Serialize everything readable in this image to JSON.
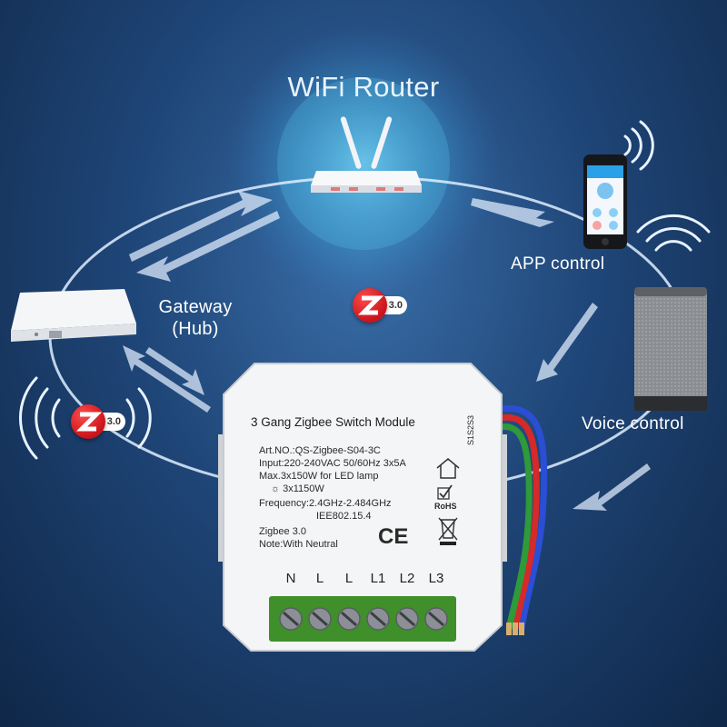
{
  "labels": {
    "router": "WiFi Router",
    "app": "APP control",
    "gateway_line1": "Gateway",
    "gateway_line2": "(Hub)",
    "voice": "Voice control"
  },
  "zigbee_badge": {
    "version": "3.0"
  },
  "module": {
    "title": "3 Gang Zigbee Switch Module",
    "art_no": "Art.NO.:QS-Zigbee-S04-3C",
    "input": "Input:220-240VAC 50/60Hz 3x5A",
    "max": "Max.3x150W for LED lamp",
    "lamp": "3x1150W",
    "frequency": "Frequency:2.4GHz-2.484GHz",
    "iee": "IEE802.15.4",
    "zigbee": "Zigbee 3.0",
    "note": "Note:With Neutral",
    "serial": "S1S2S3",
    "rohs": "RoHS",
    "ce": "CE",
    "terminals": [
      "N",
      "L",
      "L",
      "L1",
      "L2",
      "L3"
    ]
  },
  "colors": {
    "background": "#1f4678",
    "zigbee_red": "#d21a20",
    "terminal_green": "#3f8f2a",
    "wire_red": "#d42a2a",
    "wire_green": "#2e9a3a",
    "wire_blue": "#2a4ed4"
  },
  "icons": [
    "router-icon",
    "phone-icon",
    "gateway-icon",
    "speaker-icon",
    "zigbee-icon",
    "house-icon",
    "ce-icon",
    "weee-bin-icon"
  ]
}
